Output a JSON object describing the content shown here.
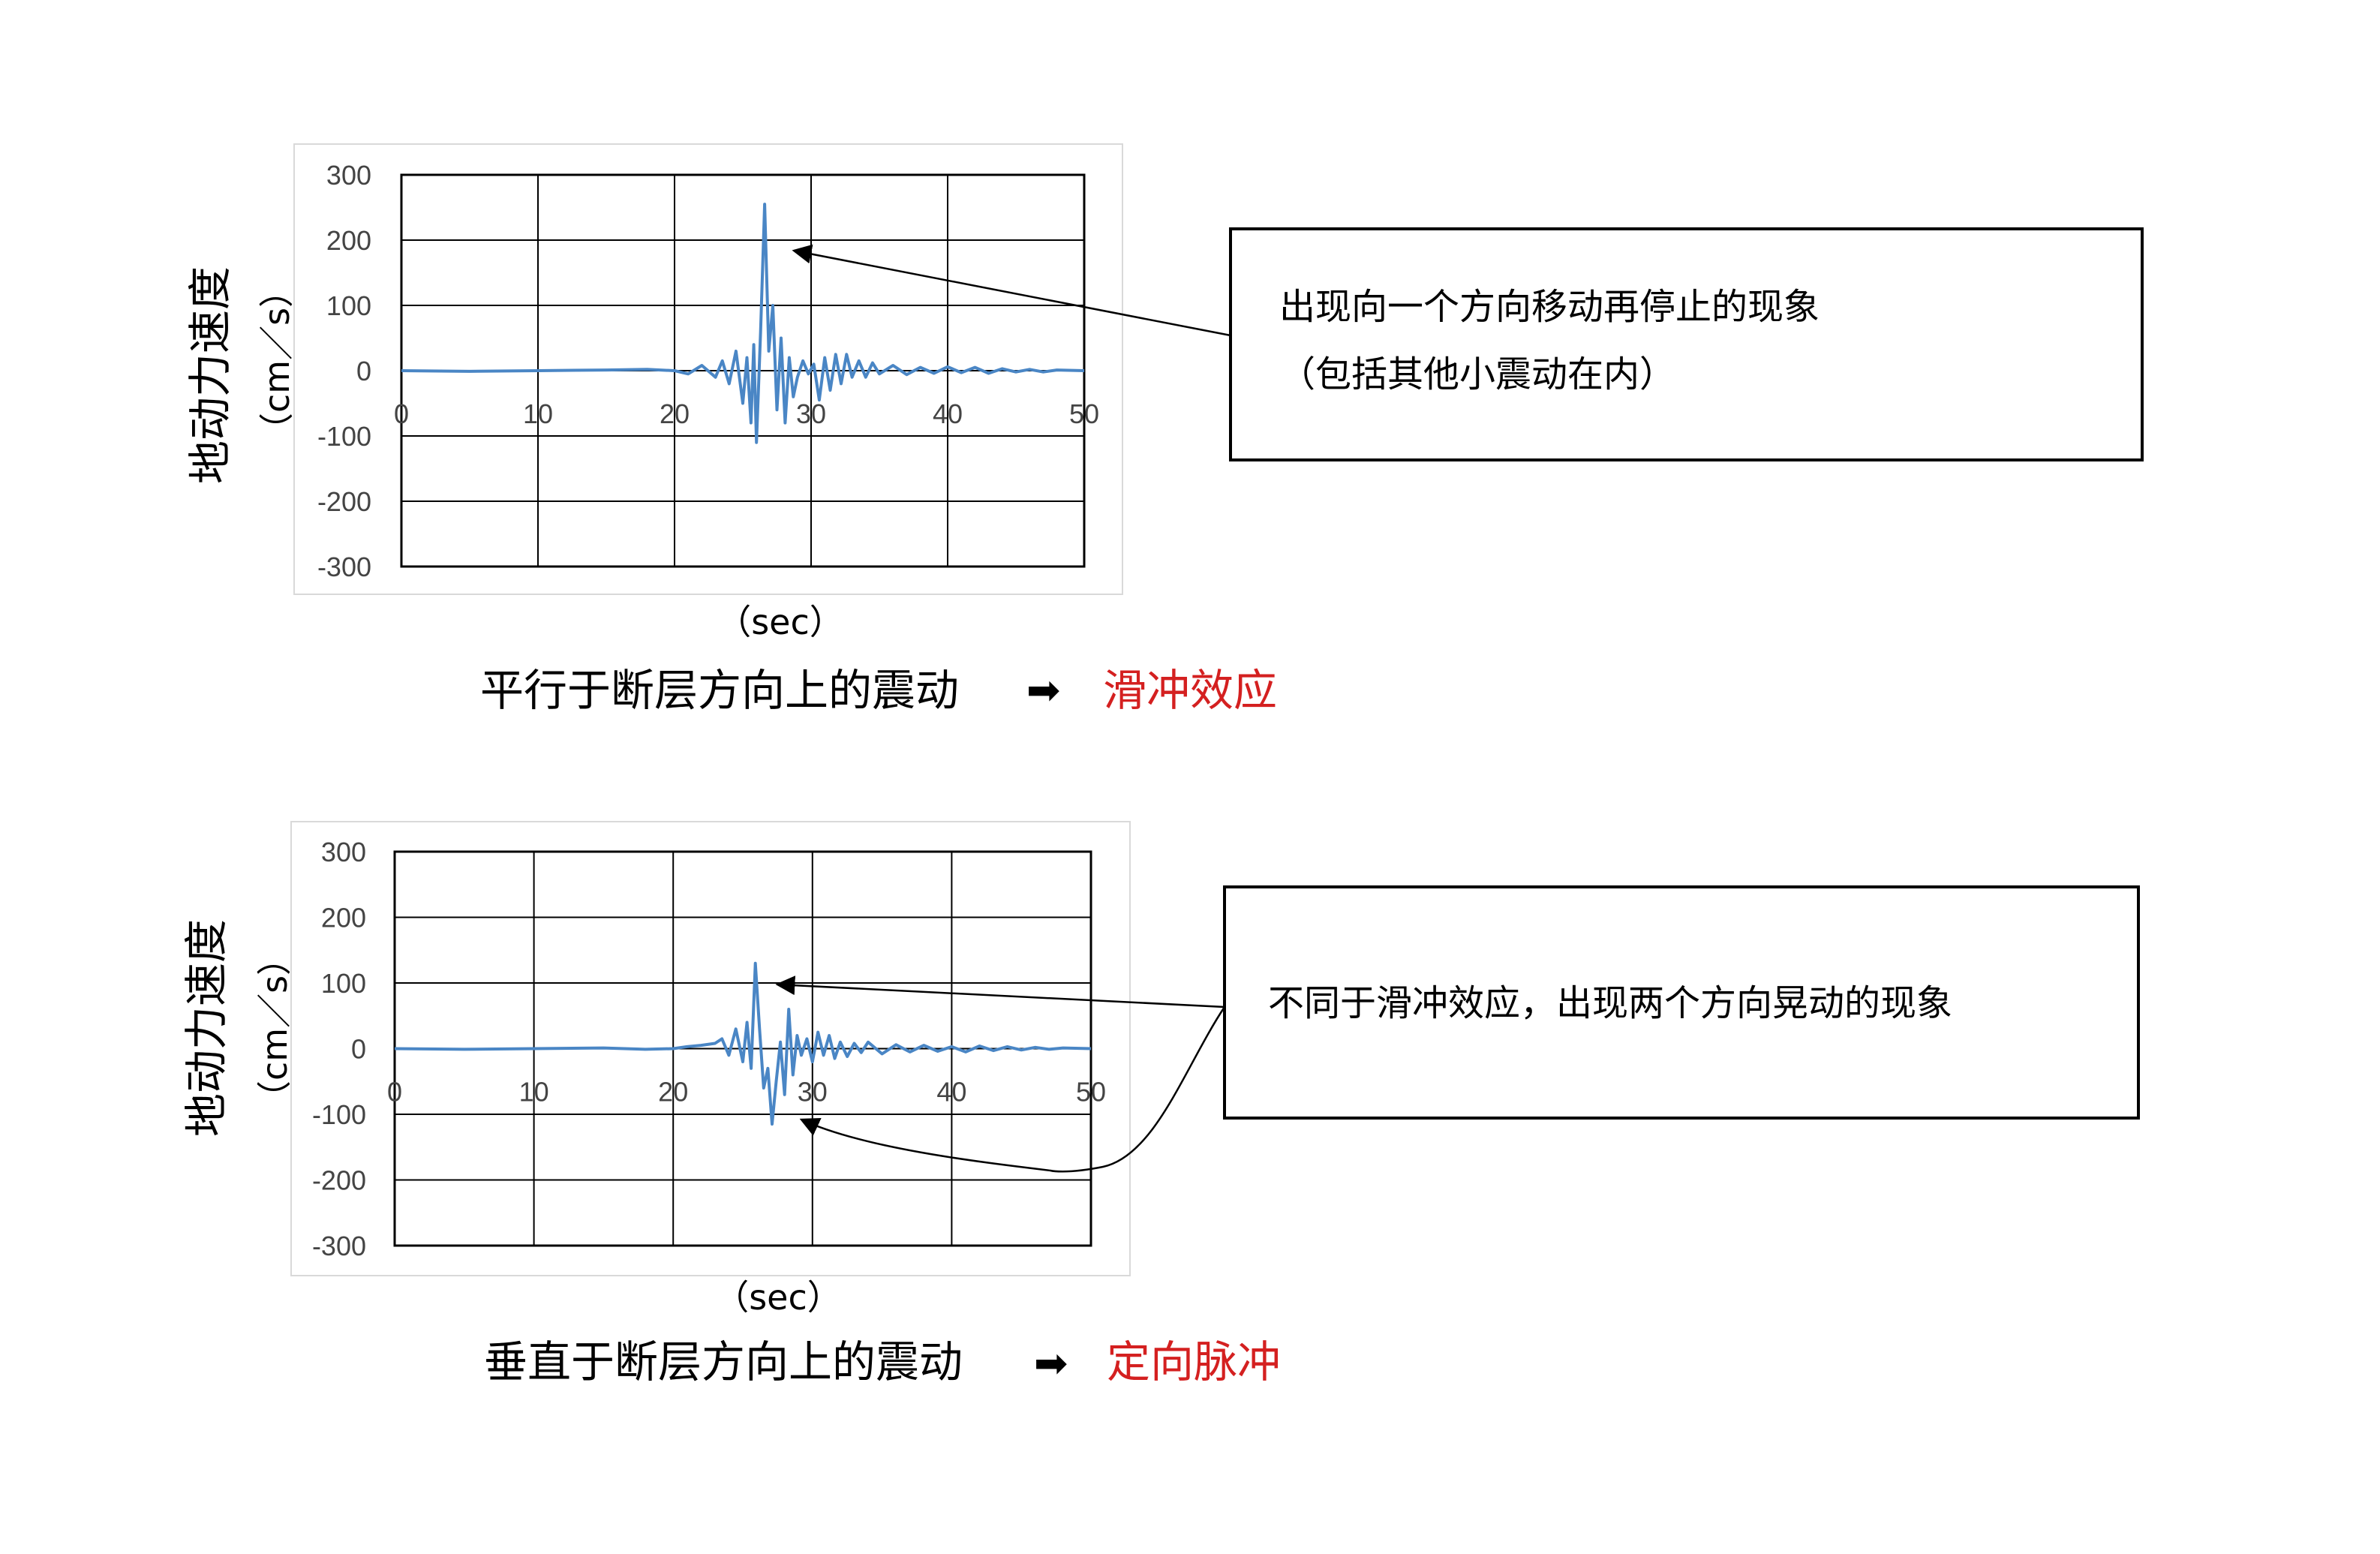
{
  "chart_data": [
    {
      "type": "line",
      "x_range": [
        0,
        50
      ],
      "ylim": [
        -300,
        300
      ],
      "x_ticks": [
        "0",
        "10",
        "20",
        "30",
        "40",
        "50"
      ],
      "y_ticks": [
        "300",
        "200",
        "100",
        "0",
        "-100",
        "-200",
        "-300"
      ],
      "ylabel": "地动力速度",
      "yunit": "（cm／s）",
      "xunit": "（sec）",
      "caption": "平行于断层方向上的震动",
      "arrow_glyph": "➡",
      "effect": "滑冲效应",
      "note_lines": [
        "出现向一个方向移动再停止的现象",
        "（包括其他小震动在内）"
      ],
      "line_color": "#4a86c5",
      "series": [
        {
          "x": [
            0,
            5,
            10,
            15,
            18,
            20,
            21,
            22,
            23,
            23.5,
            24,
            24.5,
            25,
            25.3,
            25.6,
            25.8,
            26.0,
            26.3,
            26.6,
            26.9,
            27.2,
            27.5,
            27.8,
            28.1,
            28.4,
            28.7,
            29.0,
            29.4,
            29.8,
            30.2,
            30.6,
            31.0,
            31.4,
            31.8,
            32.2,
            32.6,
            33.0,
            33.5,
            34.0,
            34.5,
            35.0,
            36.0,
            37.0,
            38.0,
            39.0,
            40.0,
            41.0,
            42.0,
            43.0,
            44.0,
            45.0,
            46.0,
            47.0,
            48.0,
            50.0
          ],
          "y": [
            0,
            -1,
            0,
            1,
            2,
            0,
            -5,
            8,
            -10,
            15,
            -20,
            30,
            -50,
            20,
            -80,
            40,
            -110,
            60,
            255,
            30,
            100,
            -60,
            50,
            -80,
            20,
            -40,
            -10,
            15,
            -5,
            10,
            -45,
            20,
            -30,
            25,
            -20,
            25,
            -10,
            15,
            -10,
            12,
            -5,
            8,
            -6,
            5,
            -4,
            6,
            -3,
            5,
            -4,
            3,
            -2,
            2,
            -2,
            1,
            0
          ]
        }
      ]
    },
    {
      "type": "line",
      "x_range": [
        0,
        50
      ],
      "ylim": [
        -300,
        300
      ],
      "x_ticks": [
        "0",
        "10",
        "20",
        "30",
        "40",
        "50"
      ],
      "y_ticks": [
        "300",
        "200",
        "100",
        "0",
        "-100",
        "-200",
        "-300"
      ],
      "ylabel": "地动力速度",
      "yunit": "（cm／s）",
      "xunit": "（sec）",
      "caption": "垂直于断层方向上的震动",
      "arrow_glyph": "➡",
      "effect": "定向脉冲",
      "note_lines": [
        "不同于滑冲效应，出现两个方向晃动的现象"
      ],
      "line_color": "#4a86c5",
      "series": [
        {
          "x": [
            0,
            5,
            10,
            15,
            18,
            20,
            21,
            22,
            23,
            23.5,
            24,
            24.5,
            25,
            25.3,
            25.6,
            25.9,
            26.2,
            26.5,
            26.8,
            27.1,
            27.4,
            27.7,
            28.0,
            28.3,
            28.6,
            28.9,
            29.2,
            29.6,
            30.0,
            30.4,
            30.8,
            31.2,
            31.6,
            32.0,
            32.5,
            33.0,
            33.5,
            34.0,
            35.0,
            36.0,
            37.0,
            38.0,
            39.0,
            40.0,
            41.0,
            42.0,
            43.0,
            44.0,
            45.0,
            46.0,
            47.0,
            48.0,
            50.0
          ],
          "y": [
            0,
            -1,
            0,
            1,
            -1,
            0,
            3,
            5,
            8,
            15,
            -10,
            30,
            -20,
            40,
            -30,
            130,
            30,
            -60,
            -30,
            -115,
            -50,
            10,
            -70,
            60,
            -40,
            20,
            -10,
            15,
            -20,
            25,
            -10,
            20,
            -15,
            10,
            -12,
            8,
            -6,
            10,
            -8,
            6,
            -5,
            5,
            -4,
            3,
            -5,
            4,
            -3,
            3,
            -2,
            2,
            -1,
            1,
            0
          ]
        }
      ]
    }
  ]
}
